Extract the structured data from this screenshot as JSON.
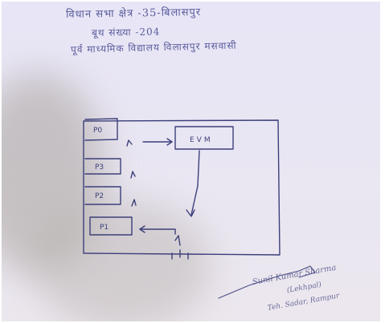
{
  "header": {
    "line1": "विधान सभा क्षेत्र -35-बिलासपुर",
    "line2": "बूथ संख्या -204",
    "line3": "पूर्व माध्यमिक विद्यालय विलासपुर मसवासी"
  },
  "diagram": {
    "rooms": [
      {
        "id": "p0",
        "label": "P0"
      },
      {
        "id": "p3",
        "label": "P3"
      },
      {
        "id": "p2",
        "label": "P2"
      },
      {
        "id": "p1",
        "label": "P1"
      }
    ],
    "evm_label": "EVM"
  },
  "signature": {
    "name": "Sunil Kumar Sharma",
    "role": "(Lekhpal)",
    "place": "Teh. Sadar, Rampur"
  },
  "colors": {
    "ink": "#3c3f7a",
    "paper": "#ebe7f4",
    "shadow": "#a59e97"
  }
}
